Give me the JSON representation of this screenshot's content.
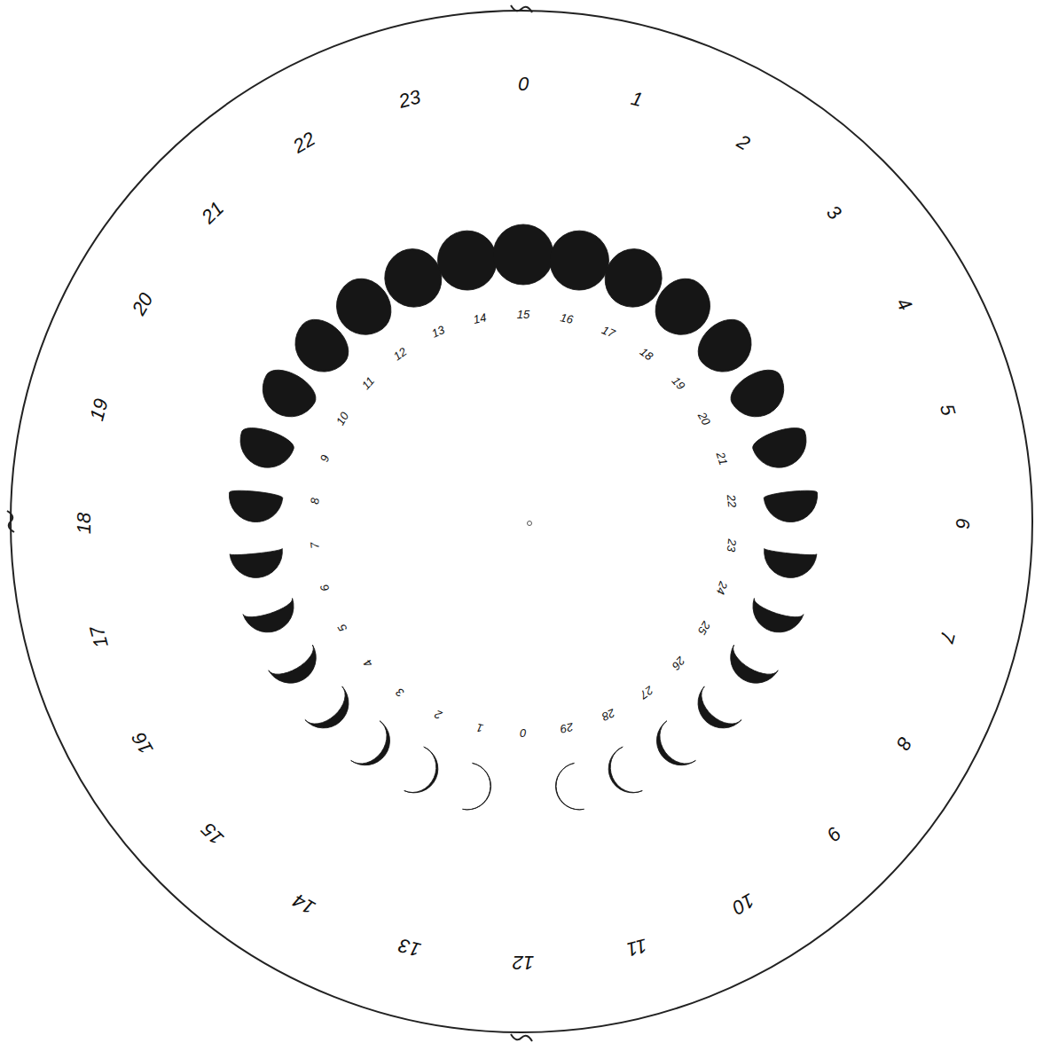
{
  "diagram": {
    "labels": [
      "0",
      "1",
      "2",
      "3",
      "4",
      "5",
      "6",
      "7",
      "8",
      "9",
      "10",
      "11",
      "12",
      "13",
      "14",
      "15",
      "16",
      "17",
      "18",
      "19",
      "20",
      "21",
      "22",
      "23",
      "0",
      "1",
      "2",
      "3",
      "4",
      "5",
      "6",
      "7",
      "8",
      "9",
      "10",
      "11",
      "12",
      "13",
      "14",
      "15",
      "16",
      "17",
      "18",
      "19",
      "20",
      "21",
      "22",
      "23",
      "24",
      "25",
      "26",
      "27",
      "28",
      "29"
    ]
  }
}
